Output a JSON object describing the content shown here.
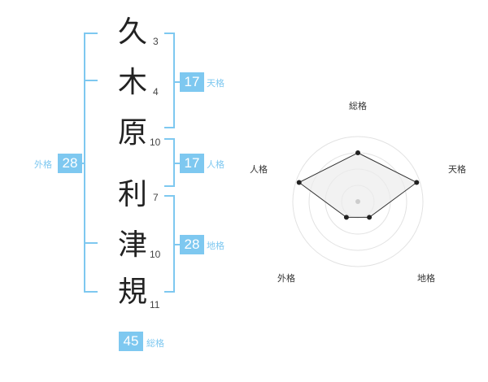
{
  "name": {
    "surname": [
      {
        "char": "久",
        "strokes": "3"
      },
      {
        "char": "木",
        "strokes": "4"
      },
      {
        "char": "原",
        "strokes": "10"
      }
    ],
    "given": [
      {
        "char": "利",
        "strokes": "7"
      },
      {
        "char": "津",
        "strokes": "10"
      },
      {
        "char": "規",
        "strokes": "11"
      }
    ]
  },
  "fortunes": {
    "tenkaku": {
      "value": "17",
      "label": "天格"
    },
    "jinkaku": {
      "value": "17",
      "label": "人格"
    },
    "chikaku": {
      "value": "28",
      "label": "地格"
    },
    "gaikaku": {
      "value": "28",
      "label": "外格"
    },
    "soukaku": {
      "value": "45",
      "label": "総格"
    }
  },
  "radar": {
    "axes": [
      "総格",
      "天格",
      "地格",
      "外格",
      "人格"
    ],
    "values": [
      0.75,
      0.95,
      0.3,
      0.3,
      0.95
    ],
    "rings": 4,
    "colors": {
      "ring": "#e2e2e2",
      "fill": "#ececec",
      "line": "#333333",
      "point": "#222222",
      "center": "#cccccc"
    }
  },
  "colors": {
    "accent": "#7ec8f0"
  }
}
